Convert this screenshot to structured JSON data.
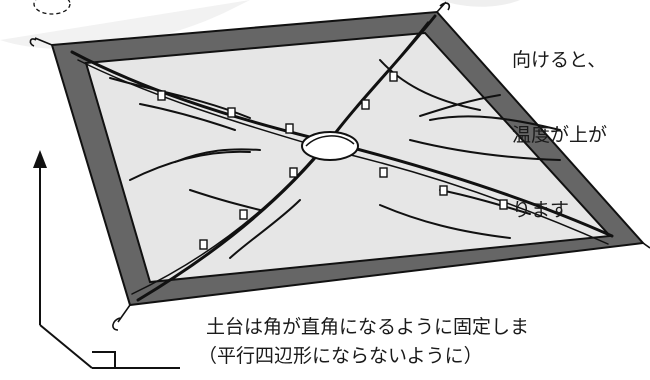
{
  "notes": {
    "top_right_lines": [
      "向けると、",
      "温度が上が",
      "ります"
    ]
  },
  "captions": {
    "line1": "土台は角が直角になるように固定しま",
    "line2": "（平行四辺形にならないように）"
  },
  "colors": {
    "frame": "#666666",
    "tent_fabric": "#e6e6e6",
    "outline": "#111111"
  }
}
